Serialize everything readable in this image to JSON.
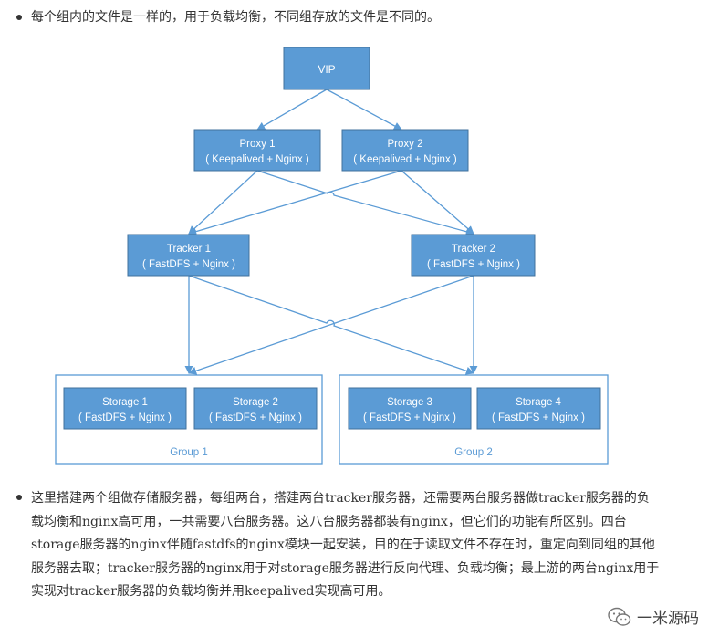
{
  "intro_bullet": "每个组内的文件是一样的，用于负载均衡，不同组存放的文件是不同的。",
  "diagram": {
    "vip": "VIP",
    "proxy1_title": "Proxy 1",
    "proxy1_sub": "( Keepalived + Nginx )",
    "proxy2_title": "Proxy 2",
    "proxy2_sub": "( Keepalived + Nginx )",
    "tracker1_title": "Tracker 1",
    "tracker1_sub": "( FastDFS + Nginx )",
    "tracker2_title": "Tracker 2",
    "tracker2_sub": "( FastDFS + Nginx )",
    "storage1_title": "Storage 1",
    "storage1_sub": "( FastDFS + Nginx )",
    "storage2_title": "Storage 2",
    "storage2_sub": "( FastDFS + Nginx )",
    "storage3_title": "Storage 3",
    "storage3_sub": "( FastDFS + Nginx )",
    "storage4_title": "Storage 4",
    "storage4_sub": "( FastDFS + Nginx )",
    "group1": "Group 1",
    "group2": "Group 2",
    "box_color": "#5b9bd5",
    "line_color": "#5b9bd5"
  },
  "explain_bullet": "这里搭建两个组做存储服务器，每组两台，搭建两台tracker服务器，还需要两台服务器做tracker服务器的负\n载均衡和nginx高可用，一共需要八台服务器。这八台服务器都装有nginx，但它们的功能有所区别。四台\nstorage服务器的nginx伴随fastdfs的nginx模块一起安装，目的在于读取文件不存在时，重定向到同组的其他\n服务器去取；tracker服务器的nginx用于对storage服务器进行反向代理、负载均衡；最上游的两台nginx用于\n实现对tracker服务器的负载均衡并用keepalived实现高可用。",
  "watermark": "一米源码"
}
